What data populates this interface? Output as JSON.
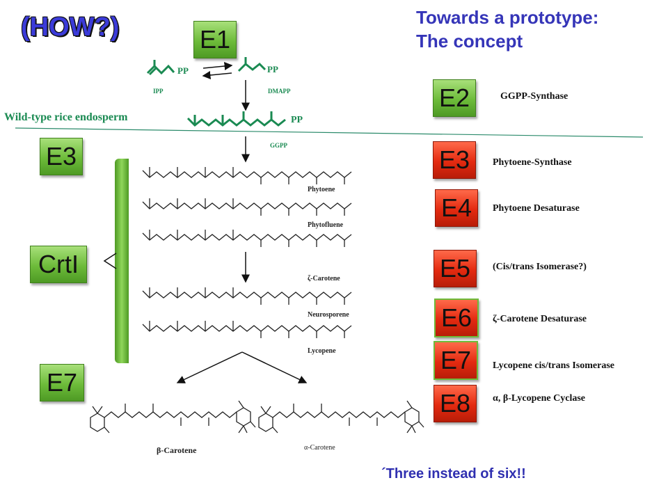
{
  "header": {
    "how": "(HOW?)",
    "title_line1": "Towards a prototype:",
    "title_line2": "The concept"
  },
  "left_boxes": {
    "e1": "E1",
    "e3": "E3",
    "crti": "CrtI",
    "e7": "E7"
  },
  "top_pathway": {
    "ipp_pp": "PP",
    "dmapp_pp": "PP",
    "ipp": "IPP",
    "dmapp": "DMAPP",
    "ggpp_pp": "PP",
    "ggpp": "GGPP",
    "region_label": "Wild-type  rice endosperm"
  },
  "molecules": {
    "phytoene": "Phytoene",
    "phytofluene": "Phytofluene",
    "zeta_carotene": "ζ-Carotene",
    "neurosporene": "Neurosporene",
    "lycopene": "Lycopene",
    "beta_carotene": "β-Carotene",
    "alpha_carotene": "α-Carotene"
  },
  "enzymes": [
    {
      "id": "E2",
      "color": "green",
      "name": "GGPP-Synthase"
    },
    {
      "id": "E3",
      "color": "red",
      "name": "Phytoene-Synthase"
    },
    {
      "id": "E4",
      "color": "red",
      "name": "Phytoene Desaturase"
    },
    {
      "id": "E5",
      "color": "red",
      "name": "(Cis/trans Isomerase?)"
    },
    {
      "id": "E6",
      "color": "red",
      "name": "ζ-Carotene Desaturase"
    },
    {
      "id": "E7",
      "color": "red",
      "name": "Lycopene cis/trans Isomerase"
    },
    {
      "id": "E8",
      "color": "red",
      "name": "α, β-Lycopene Cyclase"
    }
  ],
  "footer": {
    "note": "´Three  instead of six!!"
  },
  "colors": {
    "green_box": "#6dbb3a",
    "red_box": "#e32a10",
    "title_blue": "#3535b8",
    "pathway_green": "#1a8a52",
    "divider": "#2a8a6a"
  }
}
